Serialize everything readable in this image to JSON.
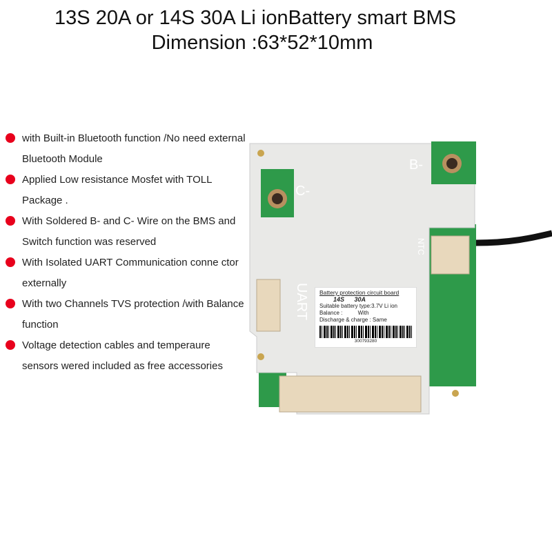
{
  "title": {
    "line1": "13S 20A or 14S 30A Li ionBattery smart BMS",
    "line2": "Dimension :63*52*10mm"
  },
  "features": [
    "with Built-in Bluetooth function /No need external Bluetooth Module",
    "Applied Low resistance Mosfet with TOLL Package .",
    "With Soldered B- and C- Wire on the BMS and Switch function was reserved",
    "With Isolated UART Communication conne ctor externally",
    "With two Channels TVS protection /with Balance function",
    "Voltage detection cables and temperaure sensors wered included as free accessories"
  ],
  "board": {
    "b_minus": "B-",
    "c_minus": "C-",
    "uart": "UART",
    "ntc": "NTC",
    "label": {
      "heading": "Battery protection circuit board",
      "model": "14S 30A",
      "type": "Suitable battery type:3.7V Li ion",
      "balance": "Balance :          With",
      "discharge": "Discharge & charge : Same",
      "serial": "300793280"
    }
  },
  "colors": {
    "bullet": "#e8001c",
    "pcb": "#2e9a4a",
    "cover": "#e9e9e7"
  }
}
